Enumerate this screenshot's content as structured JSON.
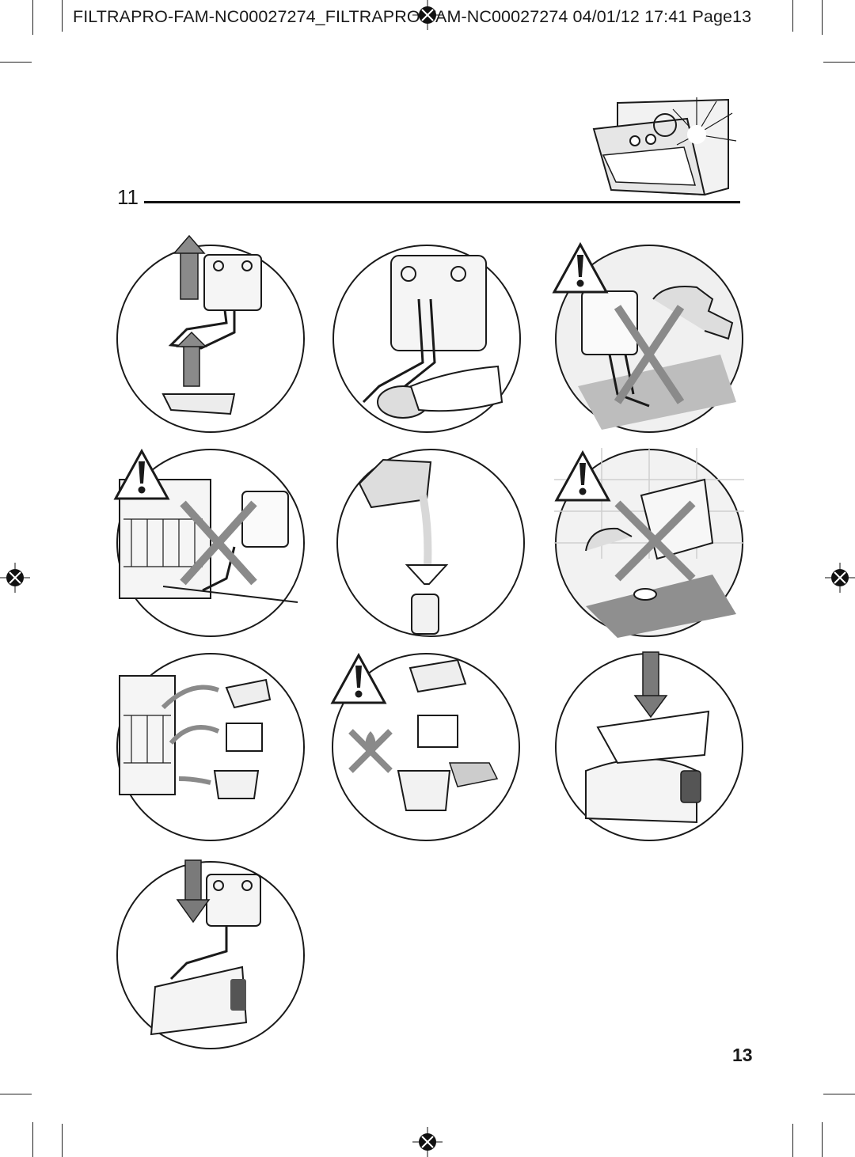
{
  "header": {
    "print_slug": "FILTRAPRO-FAM-NC00027274_FILTRAPRO-FAM-NC00027274  04/01/12  17:41  Page13"
  },
  "section": {
    "number": "11"
  },
  "page": {
    "number": "13"
  },
  "icons": {
    "oven": "oven-cleaning-icon",
    "warning": "warning-triangle-icon",
    "registration": "registration-mark-icon"
  },
  "colors": {
    "line": "#1a1a1a",
    "arrow": "#7a7a7a",
    "cross": "#8a8a8a",
    "water": "#d8d8d8"
  }
}
